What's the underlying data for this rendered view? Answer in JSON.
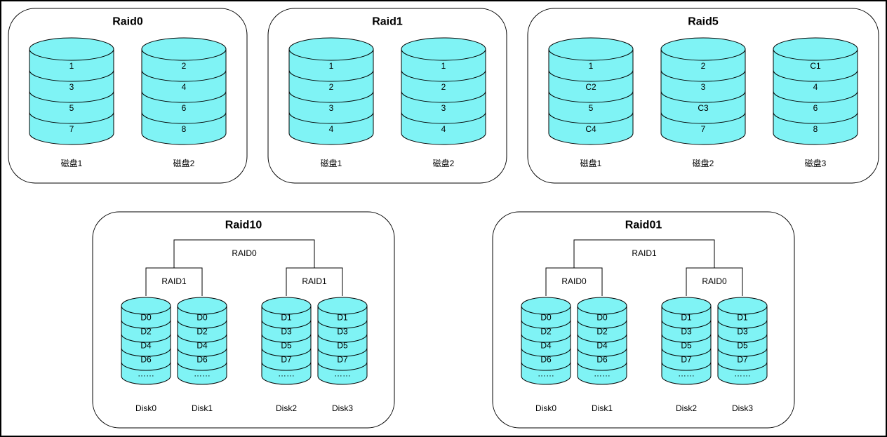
{
  "colors": {
    "disk_fill": "#7ff3f5",
    "stroke": "#000000",
    "background": "#ffffff"
  },
  "panels": {
    "raid0": {
      "title": "Raid0",
      "disks": [
        {
          "label": "磁盘1",
          "blocks": [
            "1",
            "3",
            "5",
            "7"
          ]
        },
        {
          "label": "磁盘2",
          "blocks": [
            "2",
            "4",
            "6",
            "8"
          ]
        }
      ]
    },
    "raid1": {
      "title": "Raid1",
      "disks": [
        {
          "label": "磁盘1",
          "blocks": [
            "1",
            "2",
            "3",
            "4"
          ]
        },
        {
          "label": "磁盘2",
          "blocks": [
            "1",
            "2",
            "3",
            "4"
          ]
        }
      ]
    },
    "raid5": {
      "title": "Raid5",
      "disks": [
        {
          "label": "磁盘1",
          "blocks": [
            "1",
            "C2",
            "5",
            "C4"
          ]
        },
        {
          "label": "磁盘2",
          "blocks": [
            "2",
            "3",
            "C3",
            "7"
          ]
        },
        {
          "label": "磁盘3",
          "blocks": [
            "C1",
            "4",
            "6",
            "8"
          ]
        }
      ]
    },
    "raid10": {
      "title": "Raid10",
      "top_label": "RAID0",
      "group_labels": [
        "RAID1",
        "RAID1"
      ],
      "disks": [
        {
          "label": "Disk0",
          "blocks": [
            "D0",
            "D2",
            "D4",
            "D6",
            "……"
          ]
        },
        {
          "label": "Disk1",
          "blocks": [
            "D0",
            "D2",
            "D4",
            "D6",
            "……"
          ]
        },
        {
          "label": "Disk2",
          "blocks": [
            "D1",
            "D3",
            "D5",
            "D7",
            "……"
          ]
        },
        {
          "label": "Disk3",
          "blocks": [
            "D1",
            "D3",
            "D5",
            "D7",
            "……"
          ]
        }
      ]
    },
    "raid01": {
      "title": "Raid01",
      "top_label": "RAID1",
      "group_labels": [
        "RAID0",
        "RAID0"
      ],
      "disks": [
        {
          "label": "Disk0",
          "blocks": [
            "D0",
            "D2",
            "D4",
            "D6",
            "……"
          ]
        },
        {
          "label": "Disk1",
          "blocks": [
            "D0",
            "D2",
            "D4",
            "D6",
            "……"
          ]
        },
        {
          "label": "Disk2",
          "blocks": [
            "D1",
            "D3",
            "D5",
            "D7",
            "……"
          ]
        },
        {
          "label": "Disk3",
          "blocks": [
            "D1",
            "D3",
            "D5",
            "D7",
            "……"
          ]
        }
      ]
    }
  }
}
